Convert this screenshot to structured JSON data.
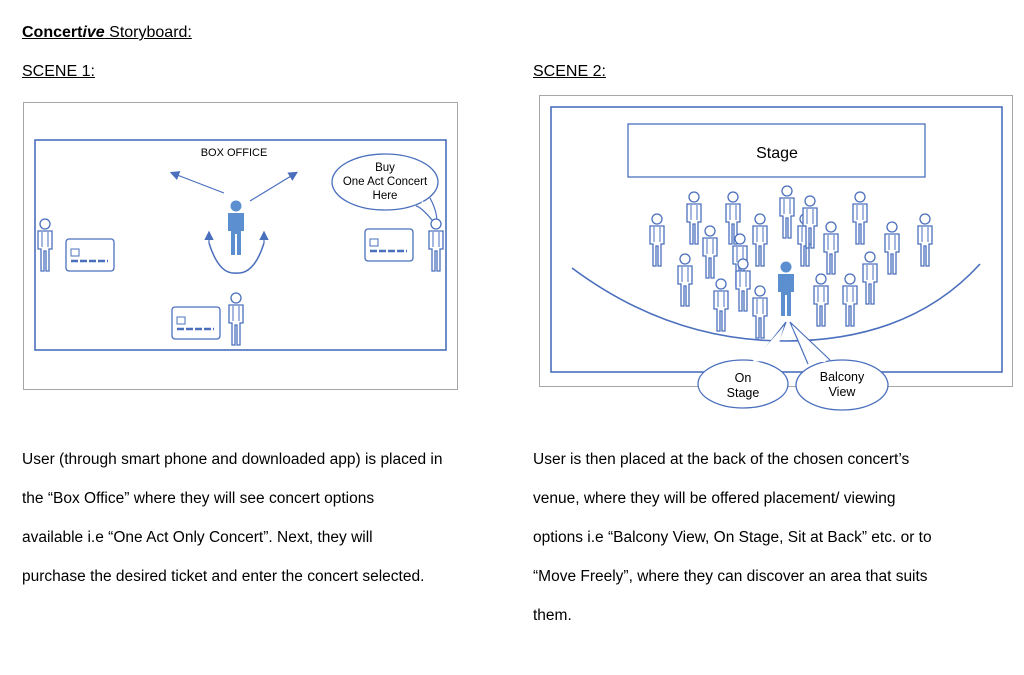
{
  "doc": {
    "title_part1": "Concert",
    "title_italic": "ive",
    "title_part2": " Storyboard:"
  },
  "scene1": {
    "label": "SCENE 1:",
    "box_office": "BOX OFFICE",
    "bubble_line1": "Buy",
    "bubble_line2": "One Act Concert",
    "bubble_line3": "Here",
    "description": [
      "User (through smart phone and downloaded app) is placed in",
      "the “Box Office” where they will see concert options",
      "available i.e “One Act Only Concert”. Next, they will",
      "purchase the desired ticket and enter the concert selected."
    ]
  },
  "scene2": {
    "label": "SCENE 2:",
    "stage": "Stage",
    "bubble_on_line1": "On",
    "bubble_on_line2": "Stage",
    "bubble_balcony_line1": "Balcony",
    "bubble_balcony_line2": "View",
    "description": [
      "User is then placed at the back of the chosen concert’s",
      "venue, where they will be offered placement/ viewing",
      "options i.e “Balcony View, On Stage, Sit at Back” etc. or to",
      "“Move Freely”, where they can discover an area that suits",
      "them."
    ]
  },
  "colors": {
    "line": "#4a6fbd",
    "figure_fill": "#5b8fd0"
  }
}
